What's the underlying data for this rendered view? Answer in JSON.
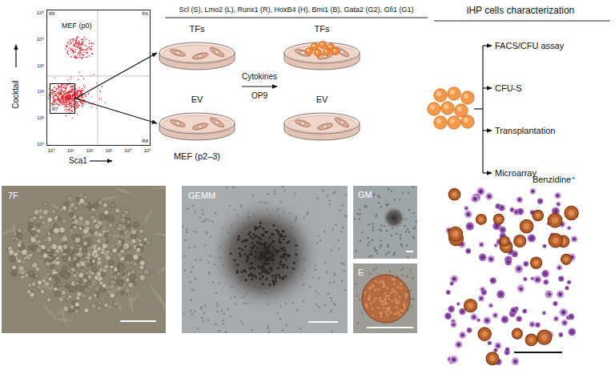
{
  "diagram": {
    "nodes": [
      {
        "text": [
          "MEF (p0)"
        ]
      },
      {
        "text": [
          "R7"
        ],
        "in": 0
      },
      {
        "text": [
          "TFs"
        ]
      },
      {
        "text": [
          "EV",
          "MEF (p2–3)"
        ]
      },
      {
        "text": [
          "TFs"
        ]
      },
      {
        "text": [
          "EV"
        ]
      },
      {
        "text": [
          "7F"
        ]
      },
      {
        "text": [
          "GEMM"
        ]
      },
      {
        "text": [
          "GM"
        ]
      },
      {
        "text": [
          "E"
        ]
      },
      {
        "text": [
          "Benzidine⁺"
        ]
      }
    ],
    "edges": [
      {
        "from": 1,
        "to": 2,
        "arrow": "to"
      },
      {
        "from": 1,
        "to": 3,
        "arrow": "to"
      }
    ],
    "labels": [
      "Scl (S), Lmo2 (L), Runx1 (R), HoxB4 (H), Bmi1 (B), Gata2 (G2), Gfi1 (G1)",
      "Cocktail",
      "Sca1",
      "10⁵",
      "10⁴",
      "10³",
      "10²",
      "10¹",
      "10⁰",
      "10⁰",
      "10¹",
      "10²",
      "10³",
      "10⁴",
      "10⁵",
      "R5",
      "R6",
      "R8",
      "Cytokines",
      "OP9",
      "iHP cells characterization",
      "FACS/CFU assay",
      "CFU-S",
      "Transplantation",
      "Microarray"
    ]
  }
}
